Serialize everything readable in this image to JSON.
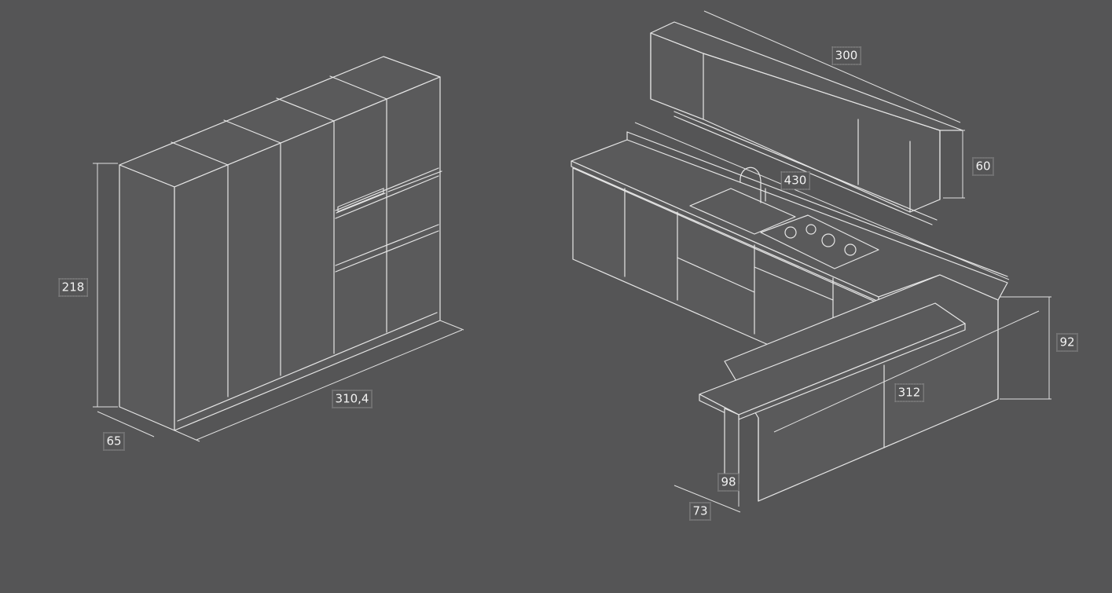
{
  "colors": {
    "background": "#555556",
    "line": "#e6e6e6",
    "label": "#f2f2f2"
  },
  "tall_units": {
    "dimensions": {
      "height": "218",
      "depth": "65",
      "width": "310,4"
    }
  },
  "kitchen": {
    "dimensions": {
      "wall_units_width": "300",
      "wall_units_height": "60",
      "counter_length": "430",
      "island_length": "312",
      "island_height": "92",
      "bar_height": "98",
      "bar_depth": "73"
    }
  }
}
